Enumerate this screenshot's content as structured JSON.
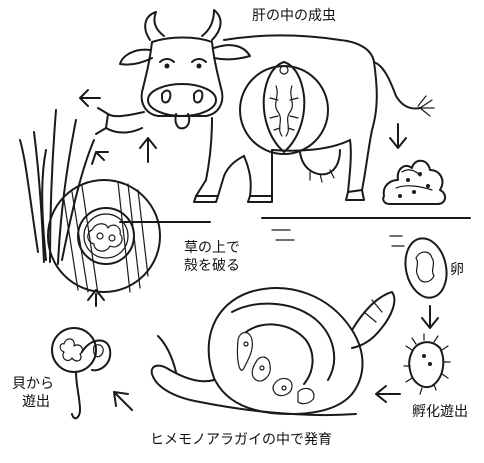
{
  "labels": {
    "adult_in_liver": "肝の中の成虫",
    "cyst_on_grass_line1": "草の上で",
    "cyst_on_grass_line2": "殻を破る",
    "egg": "卵",
    "exit_snail_line1": "貝から",
    "exit_snail_line2": "遊出",
    "hatch": "孵化遊出",
    "develop_in_snail": "ヒメモノアラガイの中で発育"
  },
  "icons": [
    "cow-illustration",
    "liver-fluke-adult",
    "dung-pile",
    "fluke-egg",
    "miracidium",
    "snail",
    "cercaria",
    "metacercaria-cyst",
    "grass-blades",
    "cycle-arrow"
  ]
}
